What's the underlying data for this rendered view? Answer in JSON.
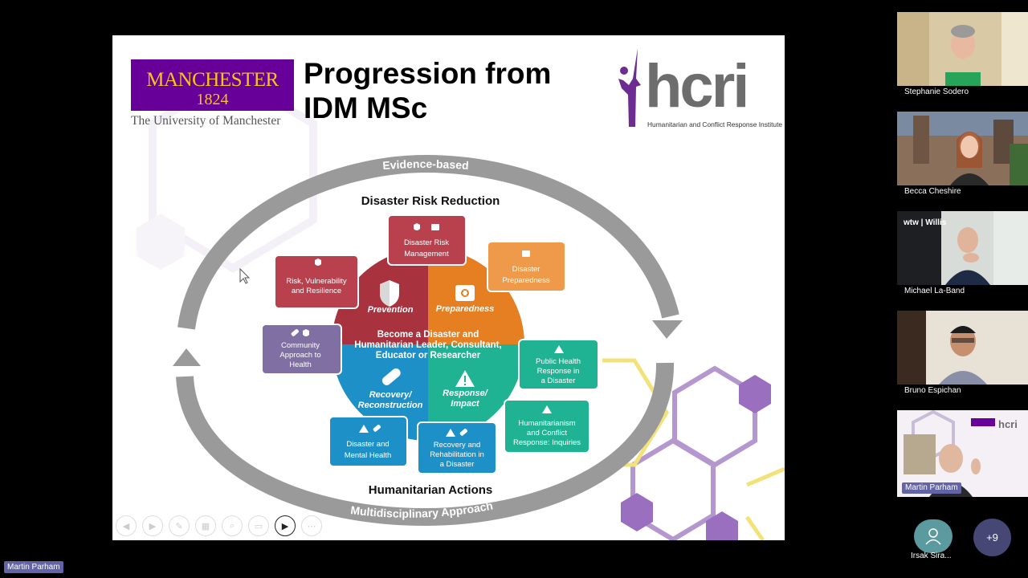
{
  "slide": {
    "title_line1": "Progression from",
    "title_line2": "IDM MSc",
    "university": {
      "name": "MANCHESTER",
      "year": "1824",
      "subtitle": "The University of Manchester",
      "color": "#660099",
      "text_color": "#f5c518"
    },
    "hcri": {
      "logo_text": "hcri",
      "subtitle": "Humanitarian and Conflict Response Institute"
    },
    "diagram": {
      "top_arc_label": "Evidence-based",
      "bottom_arc_label": "Multidisciplinary Approach",
      "top_heading": "Disaster Risk Reduction",
      "bottom_heading": "Humanitarian Actions",
      "center_line1": "Become a Disaster and",
      "center_line2": "Humanitarian Leader, Consultant,",
      "center_line3": "Educator or Researcher",
      "quadrants": {
        "prevention": "Prevention",
        "preparedness": "Preparedness",
        "recovery_line1": "Recovery/",
        "recovery_line2": "Reconstruction",
        "response_line1": "Response/",
        "response_line2": "Impact"
      },
      "boxes": {
        "drm": [
          "Disaster Risk",
          "Management"
        ],
        "prep": [
          "Disaster",
          "Preparedness"
        ],
        "rvr": [
          "Risk, Vulnerability",
          "and Resilience"
        ],
        "cah": [
          "Community",
          "Approach to",
          "Health"
        ],
        "phr": [
          "Public Health",
          "Response in",
          "a Disaster"
        ],
        "hcr": [
          "Humanitarianism",
          "and Conflict",
          "Response: Inquiries"
        ],
        "dmh": [
          "Disaster and",
          "Mental Health"
        ],
        "rrd": [
          "Recovery and",
          "Rehabilitation in",
          "a Disaster"
        ]
      },
      "colors": {
        "red": "#a8323e",
        "orange": "#e67e22",
        "blue": "#1e90c8",
        "teal": "#1fb394",
        "arrow": "#9a9a9a"
      }
    },
    "toolbar": [
      "previous-icon",
      "next-icon",
      "pen-icon",
      "slides-icon",
      "zoom-icon",
      "subtitles-icon",
      "camera-icon",
      "more-icon"
    ]
  },
  "participants": [
    {
      "name": "Stephanie Sodero"
    },
    {
      "name": "Becca Cheshire"
    },
    {
      "name": "Michael La-Band"
    },
    {
      "name": "Bruno Espichan"
    },
    {
      "name": "Martin Parham"
    }
  ],
  "overflow": {
    "avatar_name": "Irsak Sira...",
    "more_count": "+9"
  },
  "presenter_label": "Martin Parham"
}
